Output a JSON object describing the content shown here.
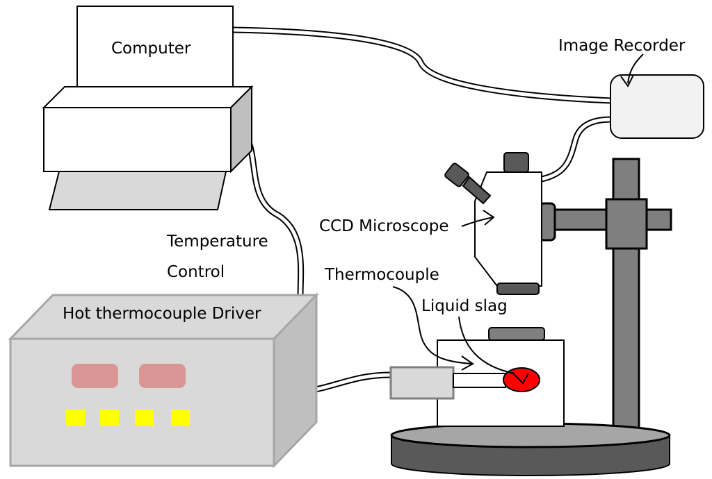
{
  "labels": {
    "computer": "Computer",
    "image_recorder": "Image Recorder",
    "temperature": "Temperature",
    "control": "Control",
    "ccd_microscope": "CCD Microscope",
    "thermocouple": "Thermocouple",
    "liquid_slag": "Liquid slag",
    "driver": "Hot thermocouple Driver"
  },
  "colors": {
    "outline": "#000000",
    "stand_gray": "#7f7f7f",
    "dark_gray": "#595959",
    "box_gray": "#d9d9d9",
    "display_pink": "#da9694",
    "button_yellow": "#ffff00",
    "slag_red": "#ff0000"
  }
}
